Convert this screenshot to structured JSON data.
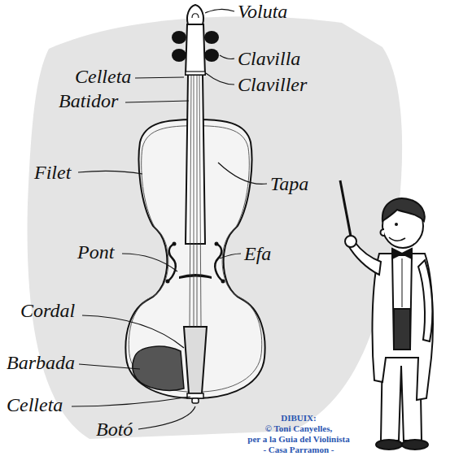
{
  "diagram": {
    "labels": [
      "Voluta",
      "Clavilla",
      "Celleta",
      "Claviller",
      "Batidor",
      "Filet",
      "Tapa",
      "Pont",
      "Efa",
      "Cordal",
      "Barbada",
      "Celleta",
      "Botó",
      "DIBUIX:",
      "© Toni Canyelles,",
      "per a la Guia del Violinista",
      "-  Casa Parramon -"
    ]
  }
}
